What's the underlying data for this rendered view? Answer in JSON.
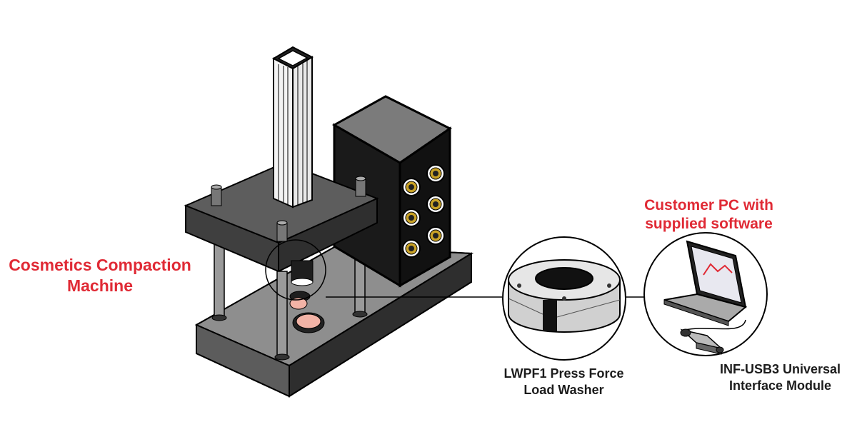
{
  "labels": {
    "machine": {
      "line1": "Cosmetics Compaction",
      "line2": "Machine"
    },
    "pc": {
      "line1": "Customer PC with",
      "line2": "supplied software"
    },
    "washer": {
      "line1": "LWPF1 Press Force",
      "line2": "Load Washer"
    },
    "module": {
      "line1": "INF-USB3 Universal",
      "line2": "Interface Module"
    }
  },
  "colors": {
    "accent_red": "#e02a35",
    "label_dark": "#1c1c1c",
    "metal_dark": "#4a4a4a",
    "metal_top": "#5a5a5a",
    "base_side": "#3a3a3a",
    "connector_gold": "#c9a227",
    "compact_pink": "#f2b3a6"
  }
}
